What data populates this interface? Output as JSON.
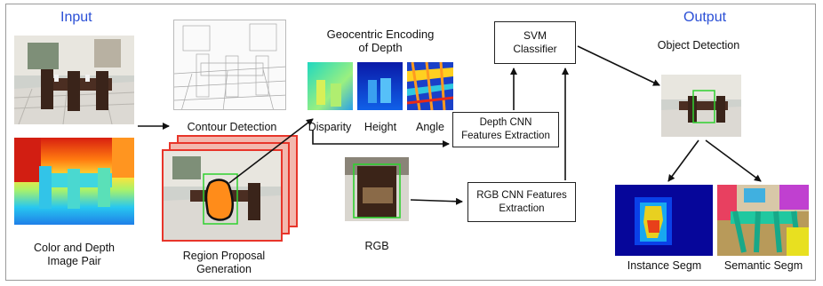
{
  "input_title": "Input",
  "output_title": "Output",
  "labels": {
    "color_depth": "Color and Depth\nImage Pair",
    "contour": "Contour Detection",
    "region": "Region Proposal\nGeneration",
    "geocentric": "Geocentric Encoding\nof Depth",
    "disparity": "Disparity",
    "height": "Height",
    "angle": "Angle",
    "rgb": "RGB",
    "object_detection": "Object Detection",
    "instance": "Instance Segm",
    "semantic": "Semantic Segm"
  },
  "boxes": {
    "svm": "SVM\nClassifier",
    "depth_cnn": "Depth CNN\nFeatures Extraction",
    "rgb_cnn": "RGB CNN Features\nExtraction"
  },
  "colors": {
    "title_blue": "#2a4fd6",
    "proposal_red": "#e8352a",
    "detection_green": "#2fd12f",
    "mask_orange": "#ff8c1a"
  }
}
